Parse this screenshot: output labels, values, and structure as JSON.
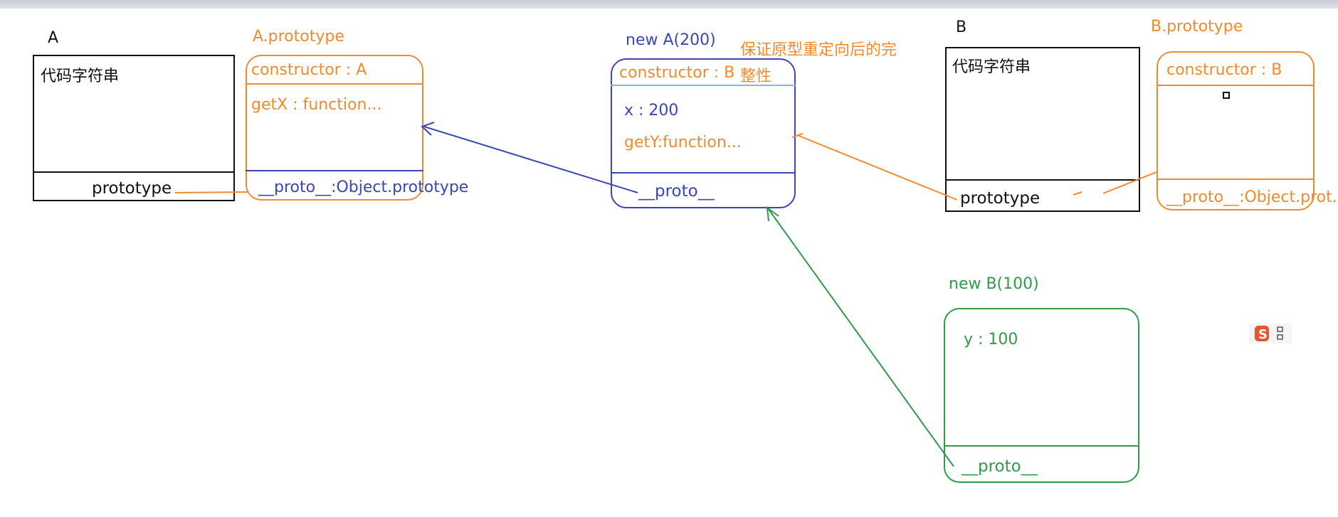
{
  "diagram": {
    "A": {
      "title": "A",
      "body_text": "代码字符串",
      "prototype_label": "prototype"
    },
    "A_prototype": {
      "title": "A.prototype",
      "constructor": "constructor : A",
      "getX": "getX : function...",
      "proto": "__proto__:Object.prototype"
    },
    "newA": {
      "title": "new A(200)",
      "constructor": "constructor : B",
      "x": "x : 200",
      "getY": "getY:function...",
      "proto": "__proto__"
    },
    "note": {
      "line1": "保证原型重定向后的完",
      "line2": "整性"
    },
    "B": {
      "title": "B",
      "body_text": "代码字符串",
      "prototype_label": "prototype"
    },
    "B_prototype": {
      "title": "B.prototype",
      "constructor": "constructor : B",
      "proto": "__proto__:Object.prot.."
    },
    "newB": {
      "title": "new B(100)",
      "y": "y : 100",
      "proto": "__proto__"
    },
    "colors": {
      "orange": "#f08a2c",
      "blue": "#3b46b3",
      "green": "#2e9b4a",
      "black": "#111111"
    },
    "icons": [
      "s-logo-icon"
    ]
  }
}
